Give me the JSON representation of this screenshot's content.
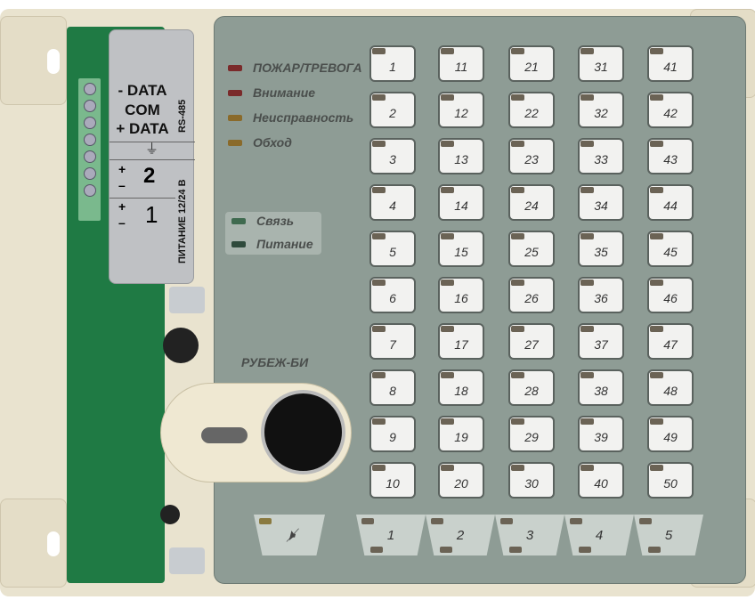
{
  "terminal_label": {
    "minus_data": "- DATA",
    "com": "COM",
    "plus_data": "+ DATA",
    "rs485": "RS-485",
    "ground_symbol": "⏚",
    "line2": "2",
    "line1": "1",
    "plus": "+",
    "minus": "–",
    "power": "ПИТАНИЕ 12/24 В"
  },
  "indicators": [
    {
      "label": "ПОЖАР/ТРЕВОГА",
      "color": "#7a2a2a"
    },
    {
      "label": "Внимание",
      "color": "#7a2a2a"
    },
    {
      "label": "Неисправность",
      "color": "#8a6a2a"
    },
    {
      "label": "Обход",
      "color": "#8a6a2a"
    }
  ],
  "status": [
    {
      "label": "Связь",
      "color": "#3f6a4f"
    },
    {
      "label": "Питание",
      "color": "#2f4a3c"
    }
  ],
  "model": "РУБЕЖ-БИ",
  "zones": [
    "1",
    "2",
    "3",
    "4",
    "5",
    "6",
    "7",
    "8",
    "9",
    "10",
    "11",
    "12",
    "13",
    "14",
    "15",
    "16",
    "17",
    "18",
    "19",
    "20",
    "21",
    "22",
    "23",
    "24",
    "25",
    "26",
    "27",
    "28",
    "29",
    "30",
    "31",
    "32",
    "33",
    "34",
    "35",
    "36",
    "37",
    "38",
    "39",
    "40",
    "41",
    "42",
    "43",
    "44",
    "45",
    "46",
    "47",
    "48",
    "49",
    "50"
  ],
  "groups": [
    "1",
    "2",
    "3",
    "4",
    "5"
  ],
  "mute_icon": "speaker-muted-icon"
}
